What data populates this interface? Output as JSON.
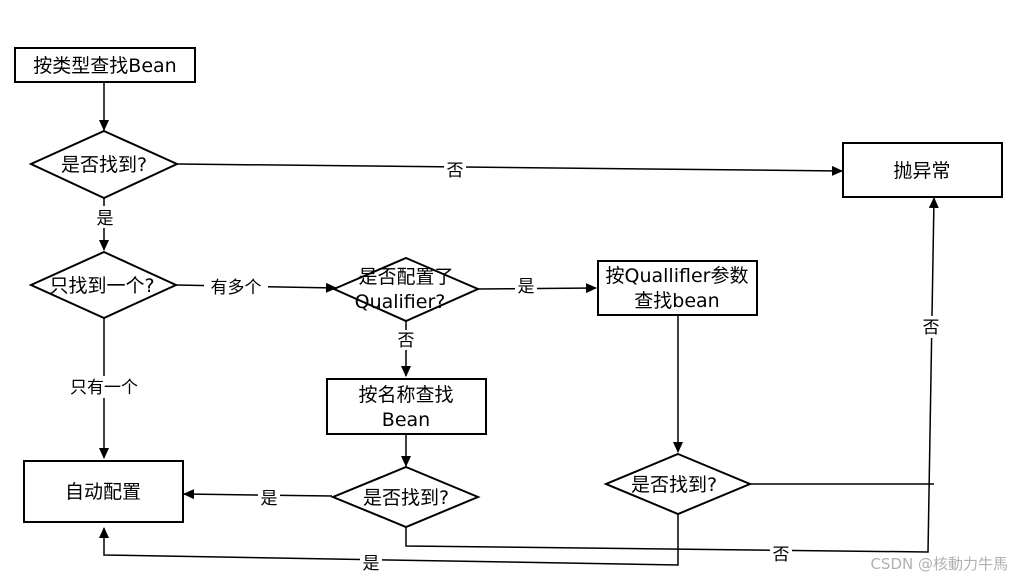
{
  "nodes": {
    "find_by_type": "按类型查找Bean",
    "found_q1": "是否找到?",
    "throw": "抛异常",
    "only_one_q": "只找到一个?",
    "qualifier_q_line1": "是否配置了",
    "qualifier_q_line2": "Qualifier?",
    "find_by_qualifier_line1": "按Quallifler参数",
    "find_by_qualifier_line2": "查找bean",
    "find_by_name_line1": "按名称查找",
    "find_by_name_line2": "Bean",
    "autowire": "自动配置",
    "found_q2": "是否找到?",
    "found_q3": "是否找到?"
  },
  "edges": {
    "q1_no": "否",
    "q1_yes": "是",
    "multiple": "有多个",
    "only_one": "只有一个",
    "qual_yes": "是",
    "qual_no": "否",
    "right_no": "否",
    "q2_yes": "是",
    "q3_yes": "是",
    "q2_no": "否"
  },
  "watermark": "CSDN @核動力牛馬"
}
